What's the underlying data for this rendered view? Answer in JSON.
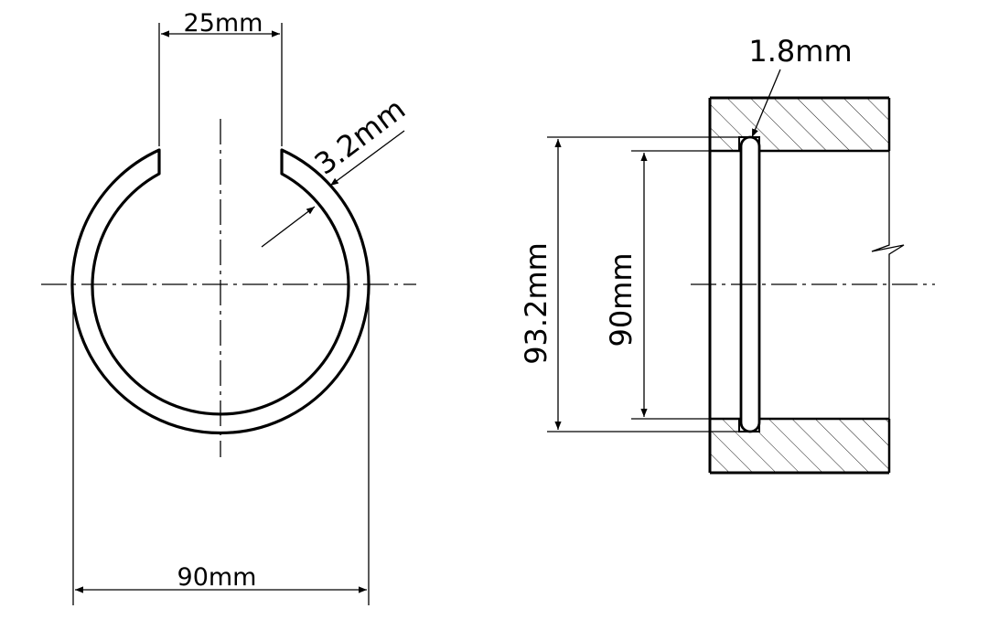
{
  "diagram": {
    "ring_view": {
      "gap_width_label": "25mm",
      "thickness_label": "3.2mm",
      "outer_diameter_label": "90mm"
    },
    "section_view": {
      "ring_width_label": "1.8mm",
      "groove_diameter_label": "93.2mm",
      "bore_diameter_label": "90mm"
    },
    "colors": {
      "line": "#000000",
      "background": "#ffffff"
    }
  }
}
